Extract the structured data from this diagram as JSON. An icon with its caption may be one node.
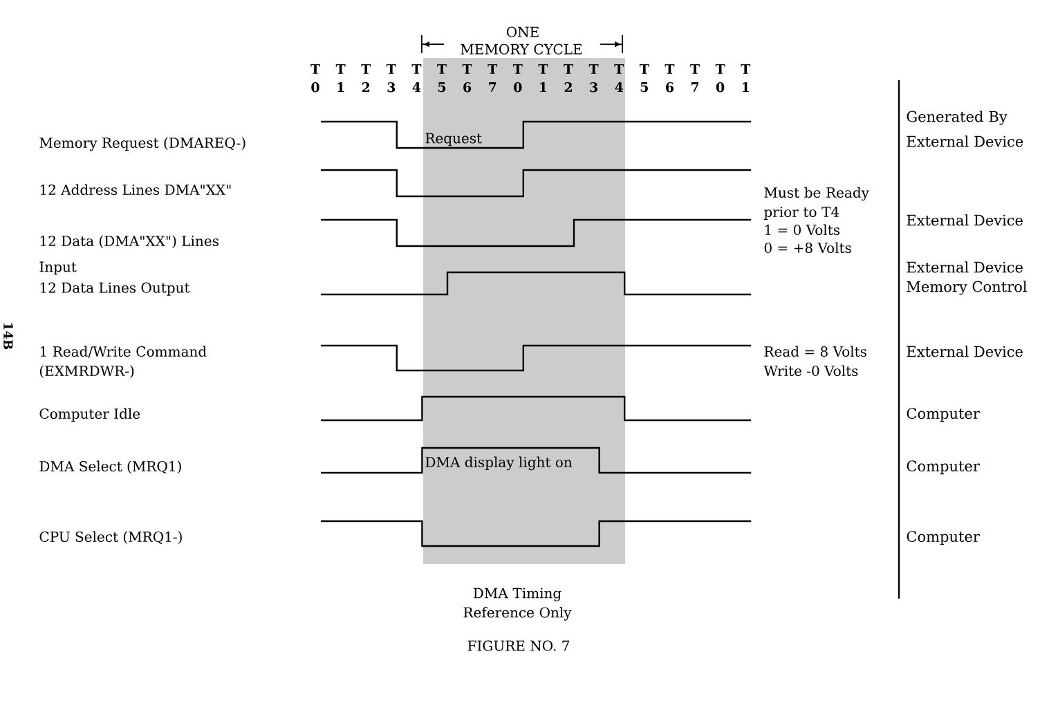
{
  "diagram": {
    "caption": "FIGURE NO. 7",
    "labels": [
      "ONE",
      "MEMORY CYCLE",
      "T",
      "T",
      "T",
      "T",
      "T",
      "T",
      "T",
      "T",
      "T",
      "T",
      "T",
      "T",
      "T",
      "T",
      "T",
      "T",
      "T",
      "T",
      "0",
      "1",
      "2",
      "3",
      "4",
      "5",
      "6",
      "7",
      "0",
      "1",
      "2",
      "3",
      "4",
      "5",
      "6",
      "7",
      "0",
      "1",
      "14B",
      "Memory Request (DMAREQ-)",
      "12 Address Lines DMA\"XX\"",
      "12 Data (DMA\"XX\") Lines",
      "Input",
      "12 Data Lines Output",
      "1 Read/Write Command (EXMRDWR-)",
      "Computer Idle",
      "DMA Select (MRQ1)",
      "CPU Select (MRQ1-)",
      "Request",
      "DMA display light on",
      "Must be Ready prior to T4",
      "1 = 0 Volts",
      "0 = +8 Volts",
      "Read = 8 Volts",
      "Write -0 Volts",
      "Generated By External Device",
      "External Device",
      "External Device",
      "Memory Control",
      "External Device",
      "Computer",
      "Computer",
      "Computer",
      "DMA Timing Reference Only"
    ]
  }
}
